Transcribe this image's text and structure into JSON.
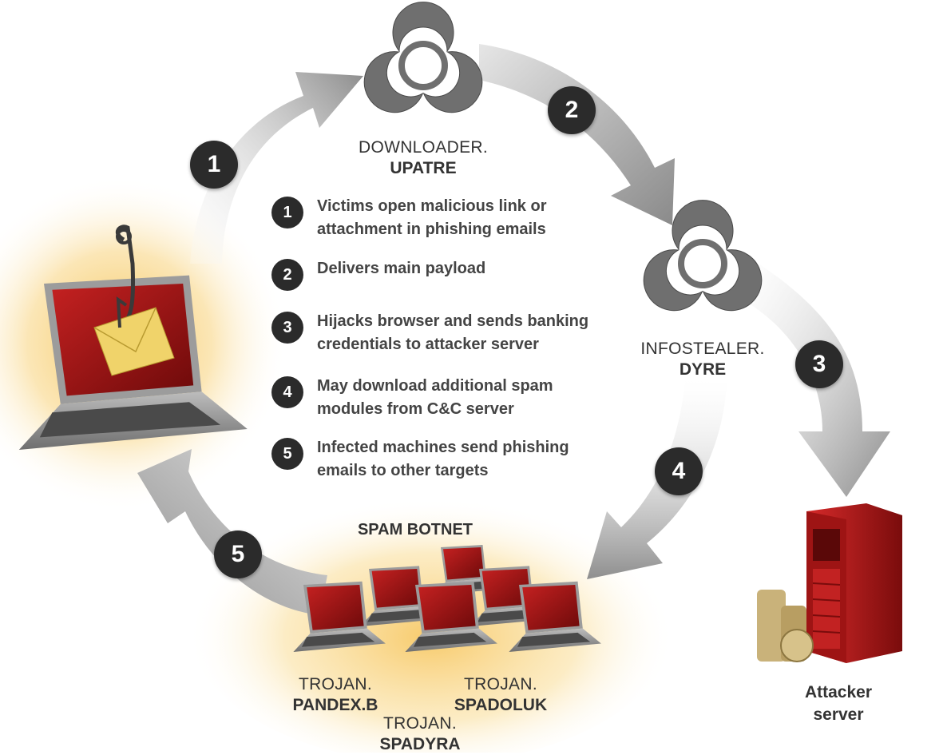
{
  "nodes": {
    "downloader": {
      "line1": "DOWNLOADER.",
      "line2": "UPATRE"
    },
    "infostealer": {
      "line1": "INFOSTEALER.",
      "line2": "DYRE"
    },
    "botnet_title": "SPAM BOTNET",
    "trojan_pandex": {
      "line1": "TROJAN.",
      "line2": "PANDEX.B"
    },
    "trojan_spadyra": {
      "line1": "TROJAN.",
      "line2": "SPADYRA"
    },
    "trojan_spadoluk": {
      "line1": "TROJAN.",
      "line2": "SPADOLUK"
    },
    "attacker": {
      "line1": "Attacker",
      "line2": "server"
    }
  },
  "arrow_badges": [
    "1",
    "2",
    "3",
    "4",
    "5"
  ],
  "steps": [
    {
      "num": "1",
      "text": "Victims open malicious link or attachment in phishing emails"
    },
    {
      "num": "2",
      "text": "Delivers main payload"
    },
    {
      "num": "3",
      "text": "Hijacks browser and sends banking credentials to attacker server"
    },
    {
      "num": "4",
      "text": "May download additional spam modules from C&C server"
    },
    {
      "num": "5",
      "text": "Infected machines send phishing emails to other targets"
    }
  ],
  "colors": {
    "arrow": "#9a9a9a",
    "badge": "#2b2b2b",
    "screen_red": "#a01414",
    "glow": "#f7c65a",
    "server_red": "#b51b1b"
  },
  "icons": [
    "biohazard-icon",
    "laptop-icon",
    "fishing-hook-icon",
    "envelope-icon",
    "server-icon",
    "coins-icon"
  ]
}
